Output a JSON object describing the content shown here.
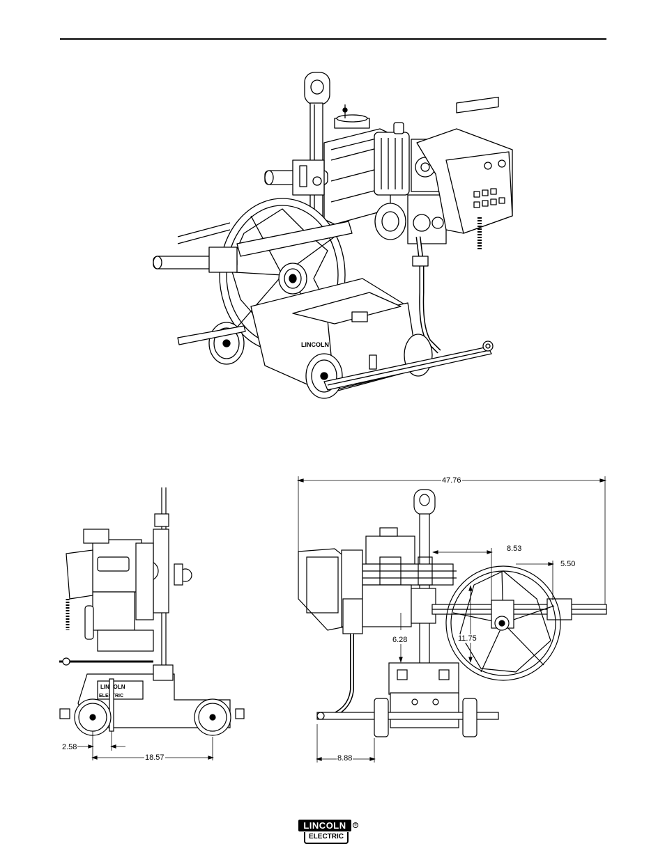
{
  "dimensions": {
    "overall_width": "47.76",
    "arm_offset": "8.53",
    "reel_offset": "5.50",
    "reel_drop": "11.75",
    "gun_height": "6.28",
    "rear_overhang": "8.88",
    "front_overhang": "2.58",
    "wheelbase": "18.57"
  },
  "logo": {
    "top_text": "LINCOLN",
    "bottom_text": "ELECTRIC",
    "registered": "®"
  },
  "tractor_labels": {
    "side_badge_1": "LINCOLN",
    "side_badge_2": "ELECTRIC"
  }
}
